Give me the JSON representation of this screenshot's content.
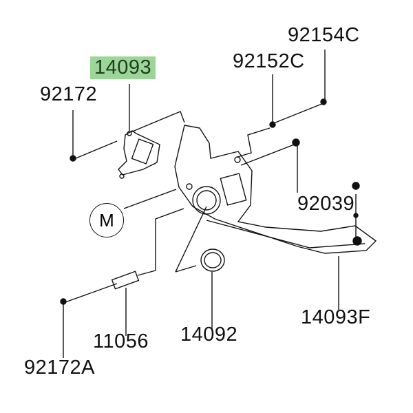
{
  "diagram": {
    "highlight_color": "#9bd597",
    "callouts": {
      "p92154C": "92154C",
      "p92152C": "92152C",
      "p14093": "14093",
      "p92172": "92172",
      "p92039": "92039",
      "pM": "M",
      "p14093F": "14093F",
      "p11056": "11056",
      "p14092": "14092",
      "p92172A": "92172A"
    }
  }
}
